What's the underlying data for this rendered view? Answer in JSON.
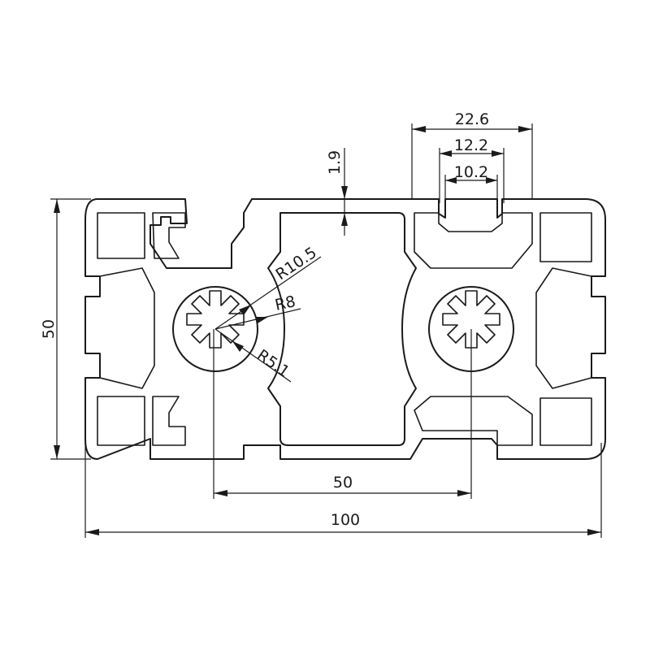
{
  "drawing": {
    "type": "aluminum-extrusion-profile-cross-section",
    "line_color": "#1a1a1a",
    "background": "#ffffff"
  },
  "dimensions": {
    "overall_width": "100",
    "overall_height": "50",
    "center_spacing": "50",
    "slot_outer_width": "22.6",
    "slot_mid_width": "12.2",
    "slot_opening_width": "10.2",
    "wall_thickness": "1.9",
    "radius_large": "R10.5",
    "radius_mid": "R8",
    "radius_small": "R5.1"
  }
}
